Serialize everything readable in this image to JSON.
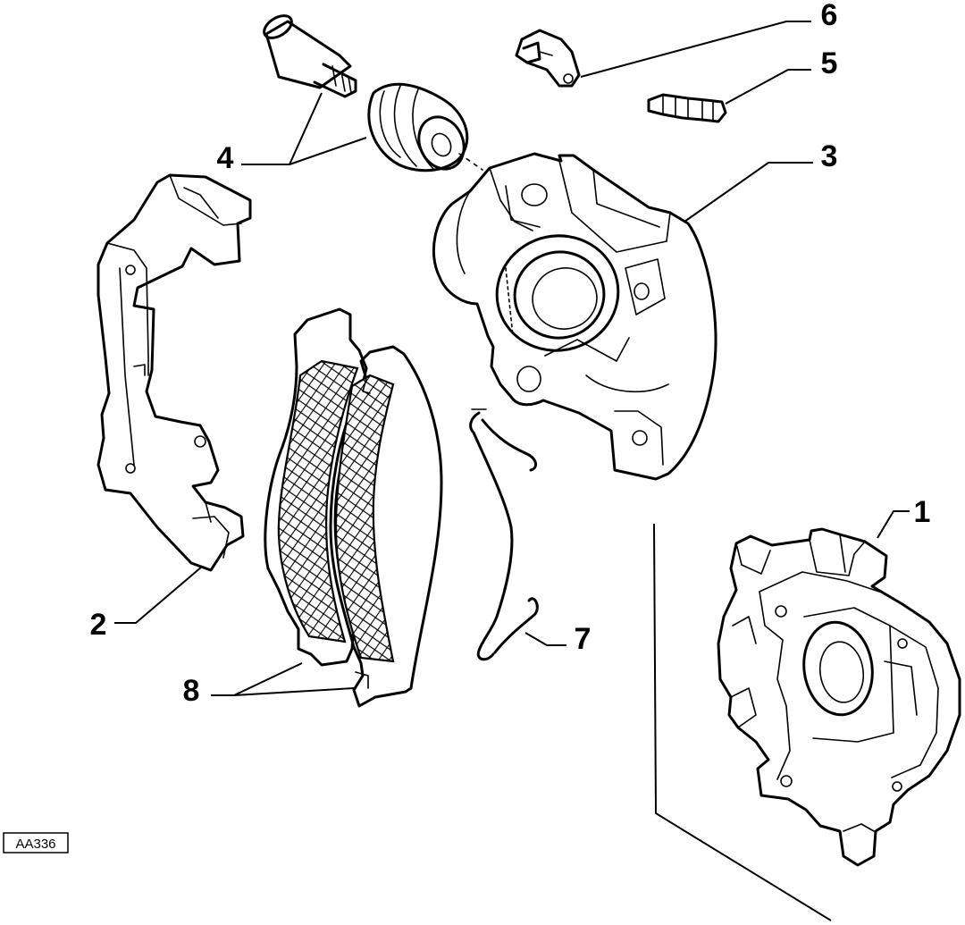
{
  "diagram": {
    "reference_code": "AA336",
    "callouts": [
      {
        "id": "1",
        "label": "1"
      },
      {
        "id": "2",
        "label": "2"
      },
      {
        "id": "3",
        "label": "3"
      },
      {
        "id": "4",
        "label": "4"
      },
      {
        "id": "5",
        "label": "5"
      },
      {
        "id": "6",
        "label": "6"
      },
      {
        "id": "7",
        "label": "7"
      },
      {
        "id": "8",
        "label": "8"
      }
    ],
    "parts": [
      {
        "callout": "1",
        "icon": "assembled-caliper-icon"
      },
      {
        "callout": "2",
        "icon": "caliper-bracket-icon"
      },
      {
        "callout": "3",
        "icon": "caliper-body-icon"
      },
      {
        "callout": "4",
        "icon": "guide-pin-and-boot-icon"
      },
      {
        "callout": "5",
        "icon": "bleed-screw-icon"
      },
      {
        "callout": "6",
        "icon": "bracket-clip-icon"
      },
      {
        "callout": "7",
        "icon": "anti-rattle-spring-icon"
      },
      {
        "callout": "8",
        "icon": "brake-pads-icon"
      }
    ],
    "colors": {
      "ink": "#000000",
      "background": "#ffffff"
    }
  }
}
